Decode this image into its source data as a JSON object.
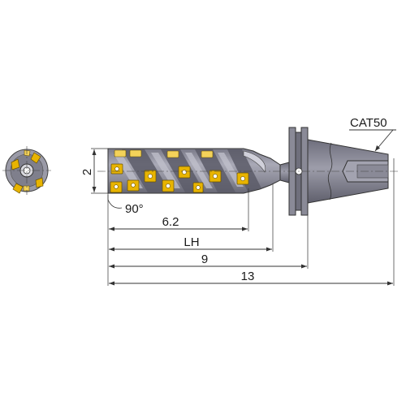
{
  "drawing": {
    "labels": {
      "shank_type": "CAT50",
      "cutting_diameter": "2",
      "lead_angle": "90°",
      "flute_length": "6.2",
      "head_length": "LH",
      "gauge_length": "9",
      "overall_length": "13"
    },
    "colors": {
      "body": "#8f8f9e",
      "body_dark": "#6c6c7a",
      "body_light": "#b5b5c2",
      "insert": "#e8b400",
      "line": "#333333"
    }
  }
}
